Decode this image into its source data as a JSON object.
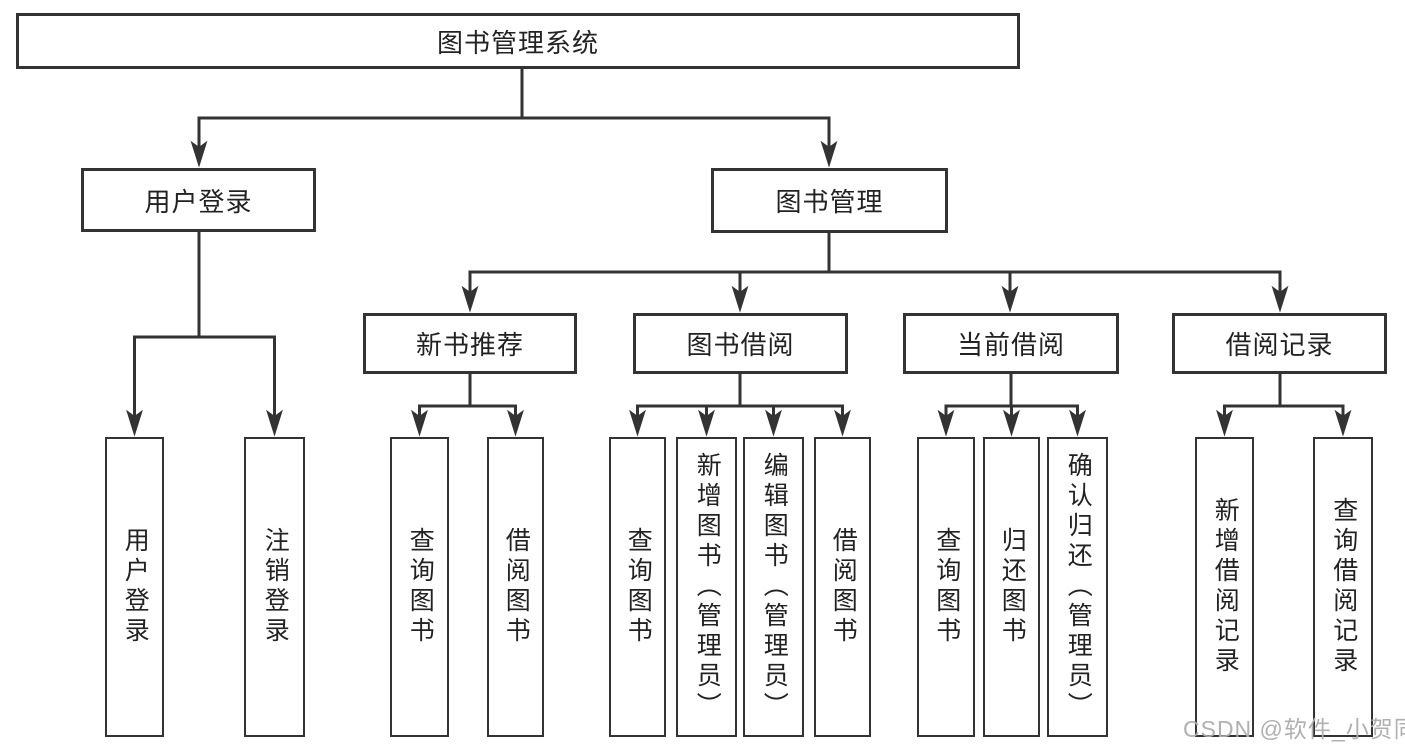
{
  "nodes": {
    "root": "图书管理系统",
    "user_login": "用户登录",
    "book_mgmt": "图书管理",
    "new_books": "新书推荐",
    "book_borrow": "图书借阅",
    "current_borrow": "当前借阅",
    "borrow_records": "借阅记录",
    "leaf_user_login": "用户登录",
    "leaf_logout": "注销登录",
    "leaf_nb_query": "查询图书",
    "leaf_nb_borrow": "借阅图书",
    "leaf_bb_query": "查询图书",
    "leaf_bb_add": "新增图书（管理员）",
    "leaf_bb_edit": "编辑图书（管理员）",
    "leaf_bb_borrow": "借阅图书",
    "leaf_cb_query": "查询图书",
    "leaf_cb_return": "归还图书",
    "leaf_cb_confirm": "确认归还（管理员）",
    "leaf_br_add": "新增借阅记录",
    "leaf_br_query": "查询借阅记录"
  },
  "watermark": "CSDN @软件_小贺同学",
  "colors": {
    "line": "#333333",
    "text": "#222222",
    "watermark": "#acacac"
  }
}
